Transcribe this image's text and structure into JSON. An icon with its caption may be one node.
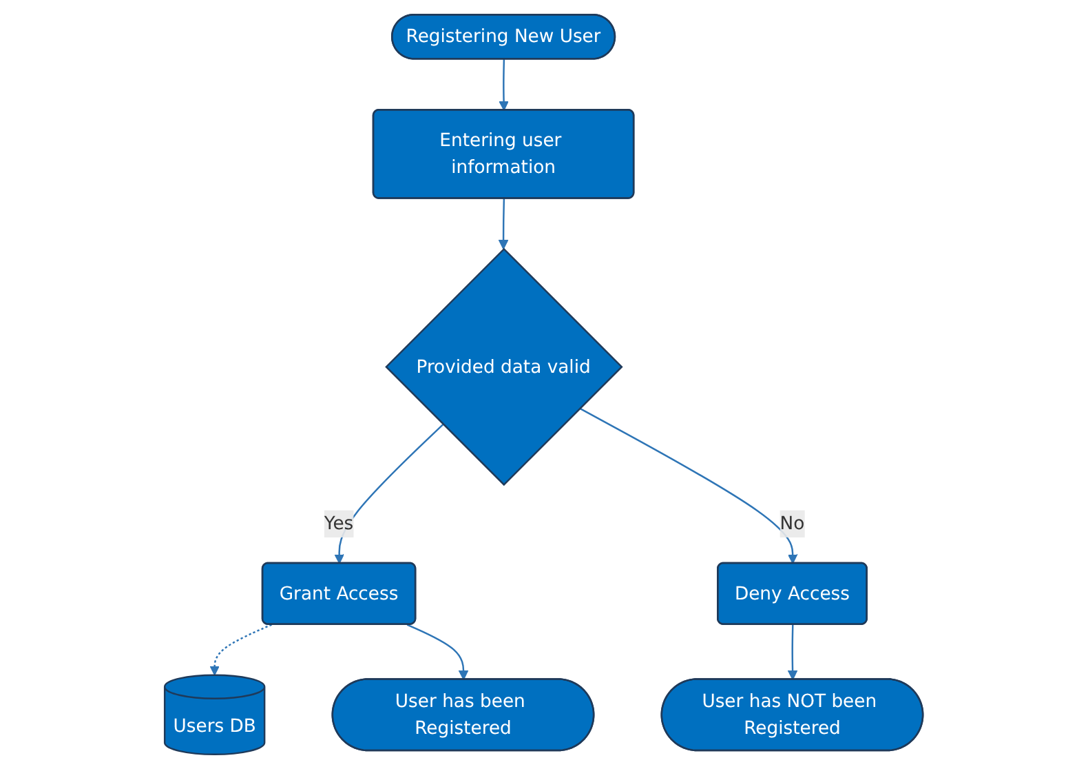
{
  "diagram": {
    "nodes": [
      {
        "text": [
          "Registering New User"
        ]
      },
      {
        "text": [
          "Entering user information"
        ]
      },
      {
        "text": [
          "Provided data valid"
        ]
      },
      {
        "text": [
          "Grant Access"
        ]
      },
      {
        "text": [
          "Users DB"
        ]
      },
      {
        "text": [
          "Deny Access"
        ]
      },
      {
        "text": [
          "User has NOT been Registered"
        ]
      },
      {
        "text": [
          "User has been Registered"
        ]
      }
    ],
    "edges": [
      {
        "from": 0,
        "to": 1,
        "arrow": "to"
      },
      {
        "from": 1,
        "to": 2,
        "arrow": "to"
      },
      {
        "from": 2,
        "to": 3,
        "arrow": "to",
        "label": "Yes"
      },
      {
        "from": 3,
        "to": 4,
        "arrow": "to",
        "style": "dashed"
      },
      {
        "from": 2,
        "to": 5,
        "arrow": "to",
        "label": "No"
      },
      {
        "from": 5,
        "to": 6,
        "arrow": "to"
      },
      {
        "from": 3,
        "to": 7,
        "arrow": "to"
      }
    ]
  }
}
